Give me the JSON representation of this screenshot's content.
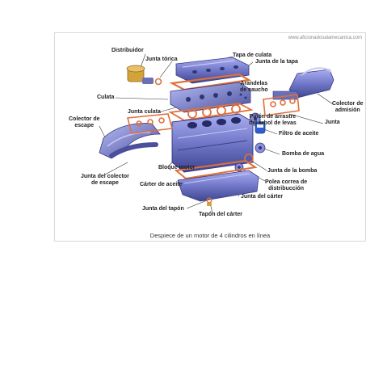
{
  "diagram": {
    "credit": "www.aficionadosalamecanica.com",
    "caption": "Despiece de un motor de 4 cilindros en línea",
    "colors": {
      "engine": "#7278c8",
      "engine_dark": "#3e4590",
      "gasket": "#e0703a",
      "gold": "#d4a23a",
      "leader": "#333333"
    },
    "labels": {
      "distribuidor": "Distribuidor",
      "junta_torica": "Junta tórica",
      "tapa_culata": "Tapa de culata",
      "junta_tapa": "Junta de la tapa",
      "arandelas_line1": "Arandelas",
      "arandelas_line2": "de caucho",
      "culata": "Culata",
      "colector_admision_line1": "Colector de",
      "colector_admision_line2": "admisión",
      "junta": "Junta",
      "junta_culata": "Junta culata",
      "pinon_line1": "Piñón de arrastre",
      "pinon_line2": "del árbol de levas",
      "colector_escape_line1": "Colector de",
      "colector_escape_line2": "escape",
      "filtro_aceite": "Filtro de aceite",
      "bomba_agua": "Bomba de agua",
      "bloque_motor": "Bloque motor",
      "junta_bomba": "Junta de la bomba",
      "junta_colector_line1": "Junta del colector",
      "junta_colector_line2": "de escape",
      "polea_line1": "Polea correa de",
      "polea_line2": "distribucción",
      "carter_aceite": "Cárter de aceite",
      "junta_carter": "Junta del cárter",
      "junta_tapon": "Junta del tapón",
      "tapon_carter": "Tapón del cárter"
    }
  }
}
